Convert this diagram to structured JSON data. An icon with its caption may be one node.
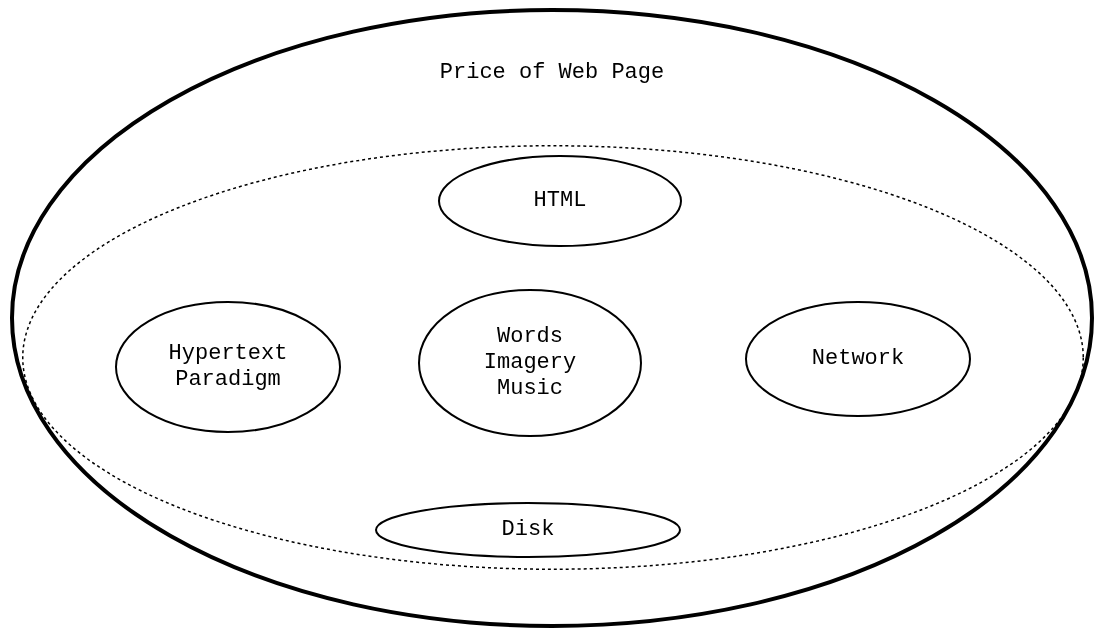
{
  "diagram": {
    "nodes": [
      {
        "text": [
          "Price of Web Page"
        ]
      },
      {
        "text": [],
        "shape": "ellipse",
        "in": 0
      },
      {
        "text": [
          "HTML"
        ],
        "in": 1
      },
      {
        "text": [
          "Hypertext Paradigm"
        ],
        "in": 1
      },
      {
        "text": [
          "Words Imagery Music"
        ],
        "in": 1
      },
      {
        "text": [
          "Network"
        ],
        "in": 1
      },
      {
        "text": [
          "Disk"
        ],
        "in": 1
      }
    ],
    "edges": []
  }
}
